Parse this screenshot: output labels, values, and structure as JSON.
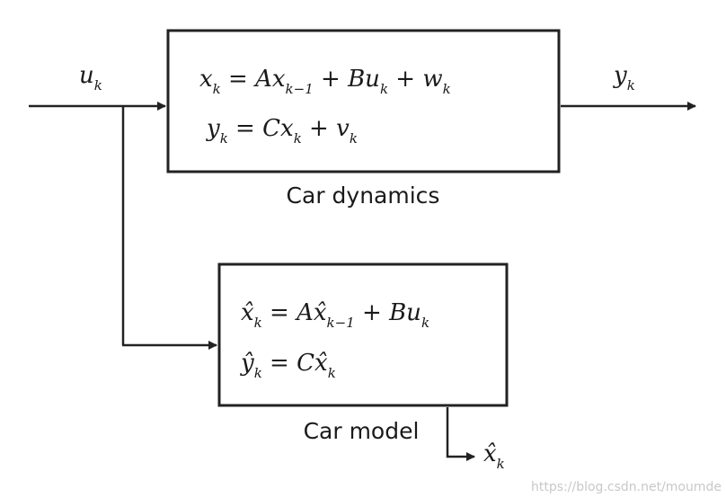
{
  "input_signal": {
    "base": "u",
    "sub": "k"
  },
  "output_signal": {
    "base": "y",
    "sub": "k"
  },
  "dynamics_block": {
    "caption": "Car dynamics",
    "eq1": {
      "lhs": "x",
      "lhs_sub": "k",
      "eq": " = ",
      "t1": "Ax",
      "t1_sub": "k−1",
      "op1": " + ",
      "t2": "Bu",
      "t2_sub": "k",
      "op2": " + ",
      "t3": "w",
      "t3_sub": "k"
    },
    "eq2": {
      "lhs": "y",
      "lhs_sub": "k",
      "eq": " = ",
      "t1": "Cx",
      "t1_sub": "k",
      "op1": " + ",
      "t2": "v",
      "t2_sub": "k"
    }
  },
  "model_block": {
    "caption": "Car model",
    "eq1": {
      "lhs": "x̂",
      "lhs_sub": "k",
      "eq": " = ",
      "t1": "Ax̂",
      "t1_sub": "k−1",
      "op1": " + ",
      "t2": "Bu",
      "t2_sub": "k"
    },
    "eq2": {
      "lhs": "ŷ",
      "lhs_sub": "k",
      "eq": " = ",
      "t1": "Cx̂",
      "t1_sub": "k"
    }
  },
  "estimate_output": {
    "base": "x̂",
    "sub": "k"
  },
  "watermark": "https://blog.csdn.net/moumde"
}
